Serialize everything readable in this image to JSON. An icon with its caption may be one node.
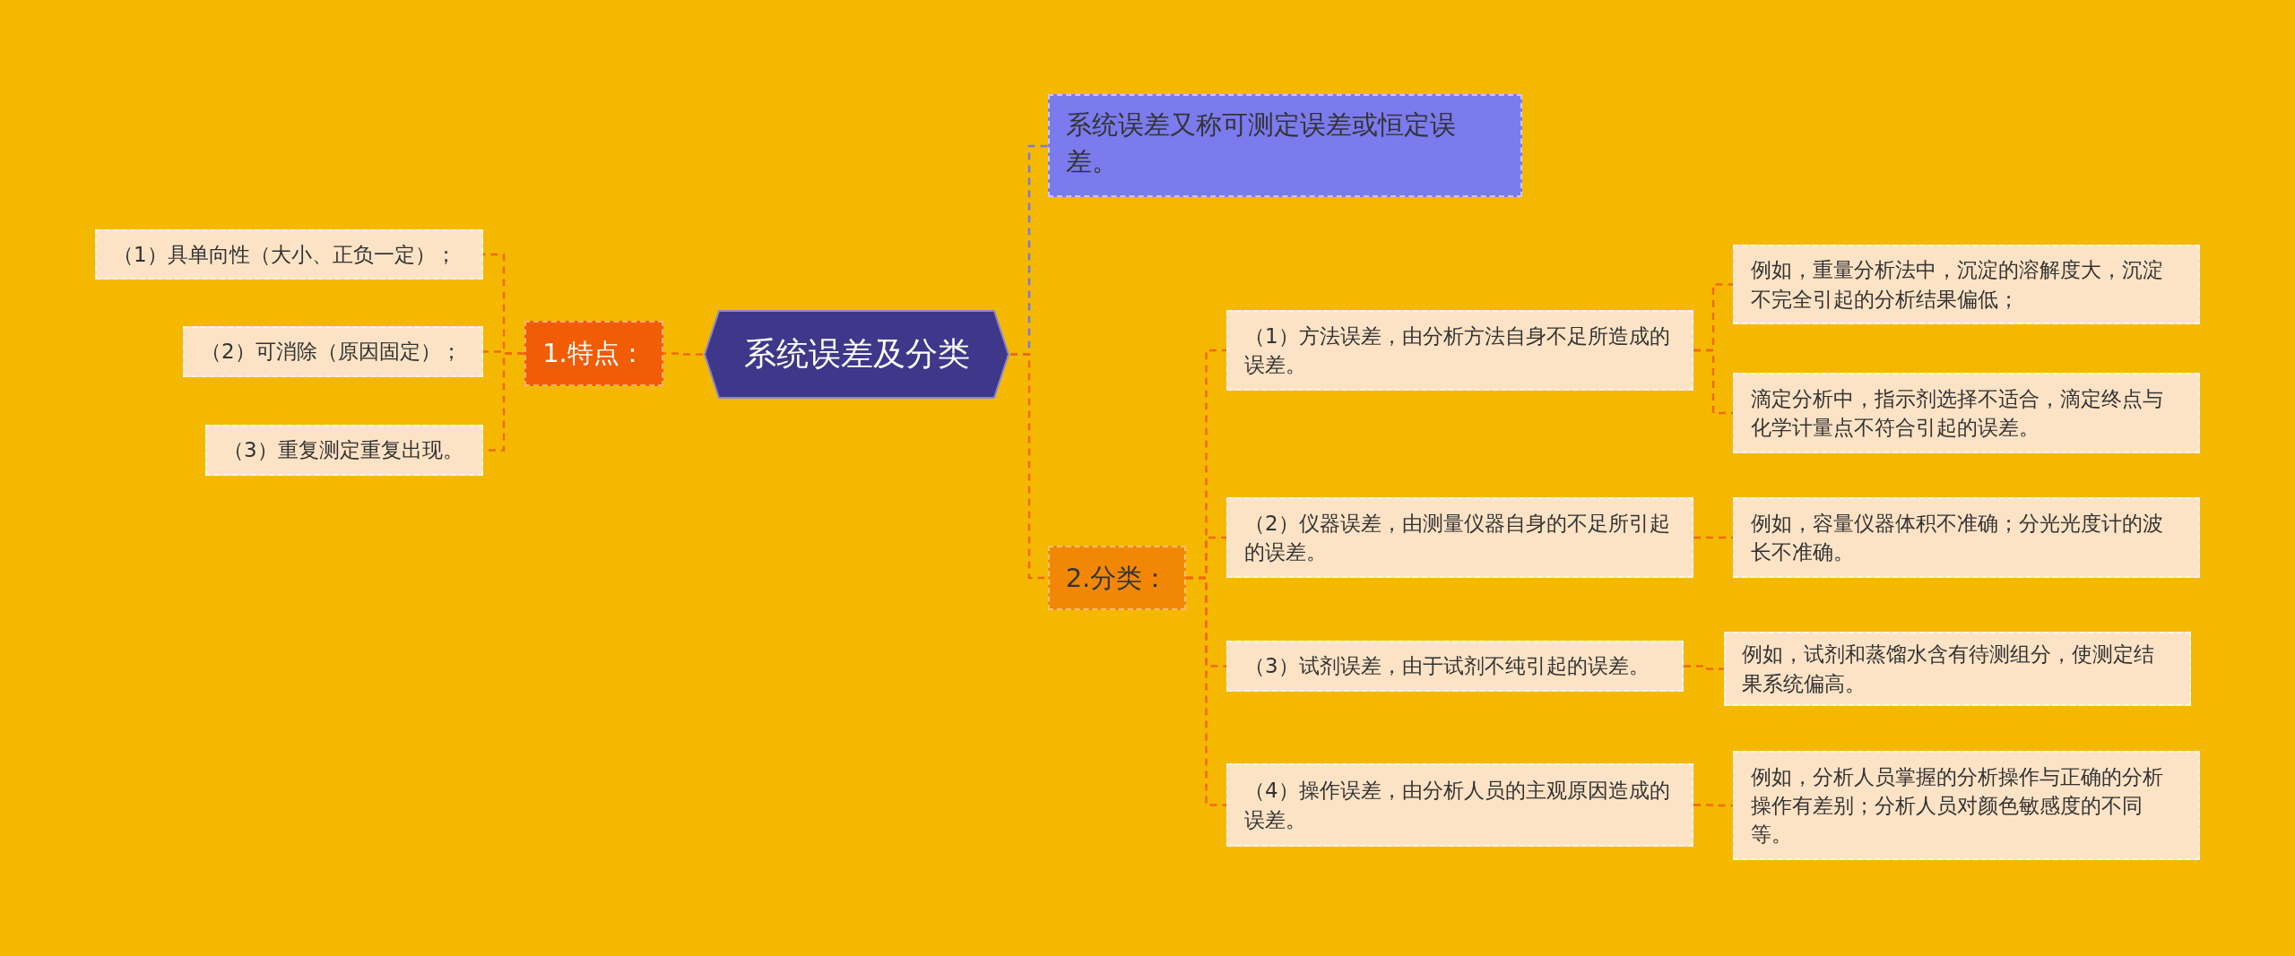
{
  "diagram": {
    "nodes": [
      {
        "text": [
          "系统误差及分类"
        ]
      },
      {
        "text": [
          "系统误差又称可测定误差或恒定误差。"
        ]
      },
      {
        "text": [
          "1.特点："
        ]
      },
      {
        "text": [
          "（1）具单向性（大小、正负一定）；"
        ]
      },
      {
        "text": [
          "（2）可消除（原因固定）；"
        ]
      },
      {
        "text": [
          "（3）重复测定重复出现。"
        ]
      },
      {
        "text": [
          "2.分类："
        ]
      },
      {
        "text": [
          "（1）方法误差，由分析方法自身不足所造成的误差。"
        ]
      },
      {
        "text": [
          "例如，重量分析法中，沉淀的溶解度大，沉淀不完全引起的分析结果偏低；"
        ]
      },
      {
        "text": [
          "滴定分析中，指示剂选择不适合，滴定终点与化学计量点不符合引起的误差。"
        ]
      },
      {
        "text": [
          "（2）仪器误差，由测量仪器自身的不足所引起的误差。"
        ]
      },
      {
        "text": [
          "例如，容量仪器体积不准确；分光光度计的波长不准确。"
        ]
      },
      {
        "text": [
          "（3）试剂误差，由于试剂不纯引起的误差。"
        ]
      },
      {
        "text": [
          "例如，试剂和蒸馏水含有待测组分，使测定结果系统偏高。"
        ]
      },
      {
        "text": [
          "（4）操作误差，由分析人员的主观原因造成的误差。"
        ]
      },
      {
        "text": [
          "例如，分析人员掌握的分析操作与正确的分析操作有差别；分析人员对颜色敏感度的不同等。"
        ]
      }
    ],
    "edges": [
      {
        "from": 0,
        "to": 1,
        "arrow": "none",
        "color": "#7a78e0"
      },
      {
        "from": 0,
        "to": 2,
        "arrow": "none"
      },
      {
        "from": 0,
        "to": 6,
        "arrow": "none"
      },
      {
        "from": 2,
        "to": 3,
        "arrow": "none"
      },
      {
        "from": 2,
        "to": 4,
        "arrow": "none"
      },
      {
        "from": 2,
        "to": 5,
        "arrow": "none"
      },
      {
        "from": 6,
        "to": 7,
        "arrow": "none"
      },
      {
        "from": 6,
        "to": 10,
        "arrow": "none"
      },
      {
        "from": 6,
        "to": 12,
        "arrow": "none"
      },
      {
        "from": 6,
        "to": 14,
        "arrow": "none"
      },
      {
        "from": 7,
        "to": 8,
        "arrow": "none"
      },
      {
        "from": 7,
        "to": 9,
        "arrow": "none"
      },
      {
        "from": 10,
        "to": 11,
        "arrow": "none"
      },
      {
        "from": 12,
        "to": 13,
        "arrow": "none"
      },
      {
        "from": 14,
        "to": 15,
        "arrow": "none"
      }
    ]
  }
}
